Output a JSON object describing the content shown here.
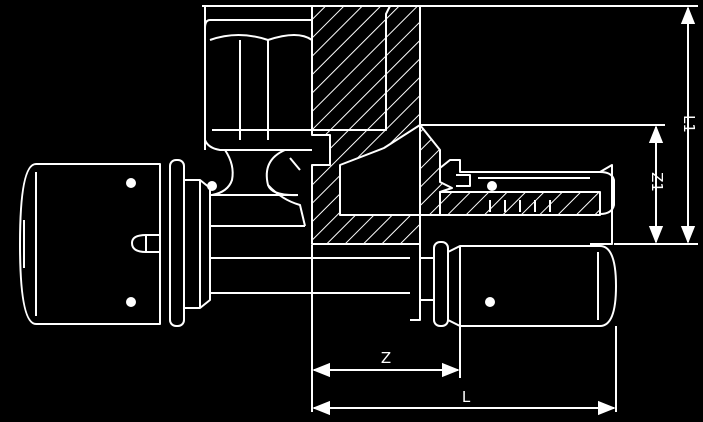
{
  "dimensions": {
    "z": "Z",
    "l": "L",
    "l1": "L1",
    "z1": "Z1"
  },
  "colors": {
    "background": "#000000",
    "line": "#ffffff"
  }
}
